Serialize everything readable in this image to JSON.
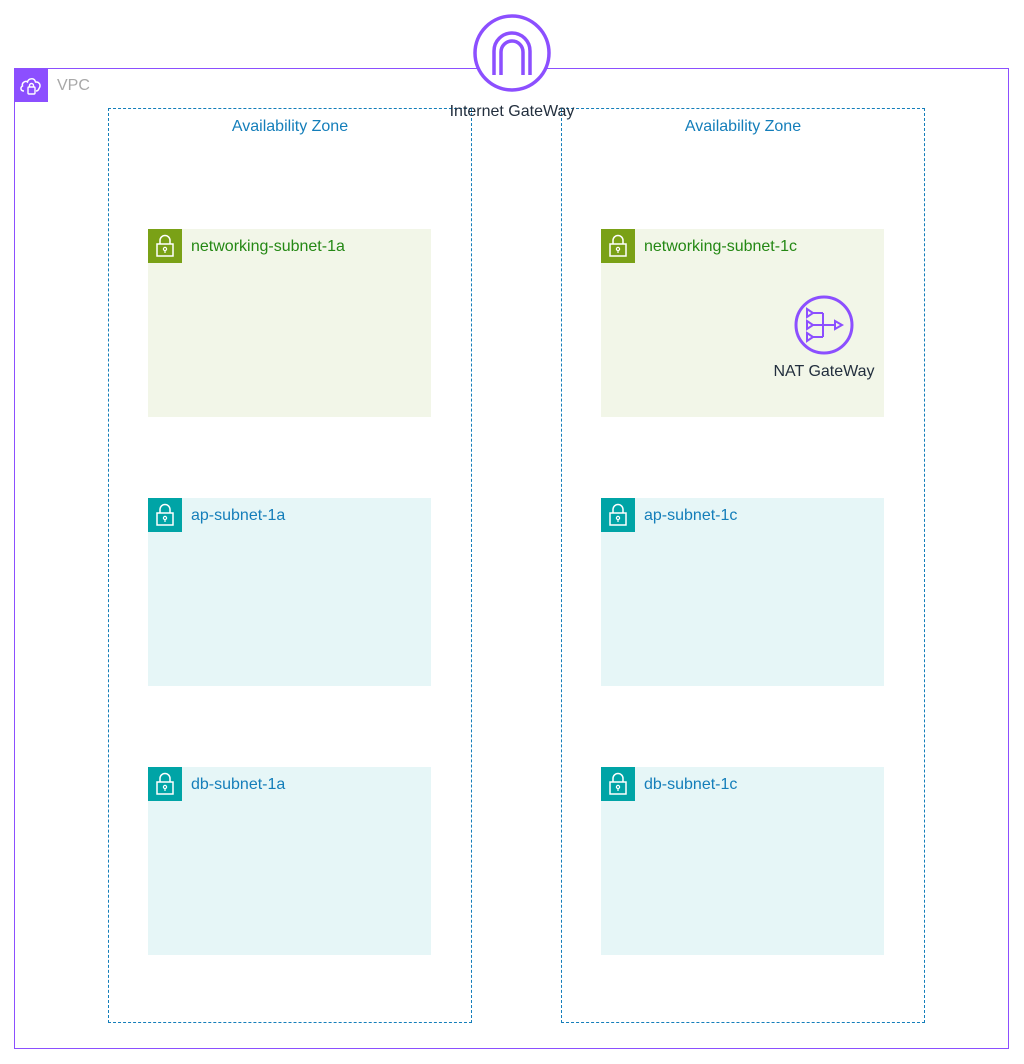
{
  "vpc": {
    "label": "VPC",
    "icon": "vpc-cloud-icon",
    "color": "#8c4fff"
  },
  "internet_gateway": {
    "label": "Internet GateWay",
    "icon": "internet-gateway-icon",
    "color": "#8c4fff"
  },
  "availability_zones": [
    {
      "label": "Availability Zone"
    },
    {
      "label": "Availability Zone"
    }
  ],
  "subnets": {
    "networking_1a": {
      "label": "networking-subnet-1a",
      "type": "public"
    },
    "networking_1c": {
      "label": "networking-subnet-1c",
      "type": "public"
    },
    "ap_1a": {
      "label": "ap-subnet-1a",
      "type": "private"
    },
    "ap_1c": {
      "label": "ap-subnet-1c",
      "type": "private"
    },
    "db_1a": {
      "label": "db-subnet-1a",
      "type": "private"
    },
    "db_1c": {
      "label": "db-subnet-1c",
      "type": "private"
    }
  },
  "nat_gateway": {
    "label": "NAT GateWay",
    "icon": "nat-gateway-icon",
    "color": "#8c4fff"
  },
  "colors": {
    "az_border": "#147eba",
    "public_subnet_bg": "#f2f6e8",
    "public_subnet_accent": "#7aa116",
    "private_subnet_bg": "#e6f6f7",
    "private_subnet_accent": "#00a4a6"
  }
}
